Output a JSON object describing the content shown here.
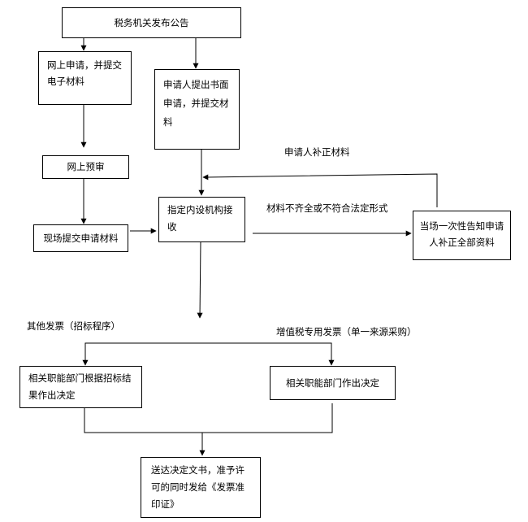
{
  "nodes": {
    "announce": "税务机关发布公告",
    "online_apply": "网上申请，并提交电子材料",
    "written_apply": "申请人提出书面申请，并提交材料",
    "online_review": "网上预审",
    "onsite_submit": "现场提交申请材料",
    "accept": "指定内设机构接收",
    "notify_once": "当场一次性告知申请人补正全部资料",
    "dept_bid": "相关职能部门根据招标结果作出决定",
    "dept_decide": "相关职能部门作出决定",
    "deliver": "送达决定文书，准予许可的同时发给《发票准印证》"
  },
  "labels": {
    "supplement": "申请人补正材料",
    "incomplete": "材料不齐全或不符合法定形式",
    "other_invoice": "其他发票（招标程序）",
    "vat_invoice": "增值税专用发票（单一来源采购）"
  }
}
